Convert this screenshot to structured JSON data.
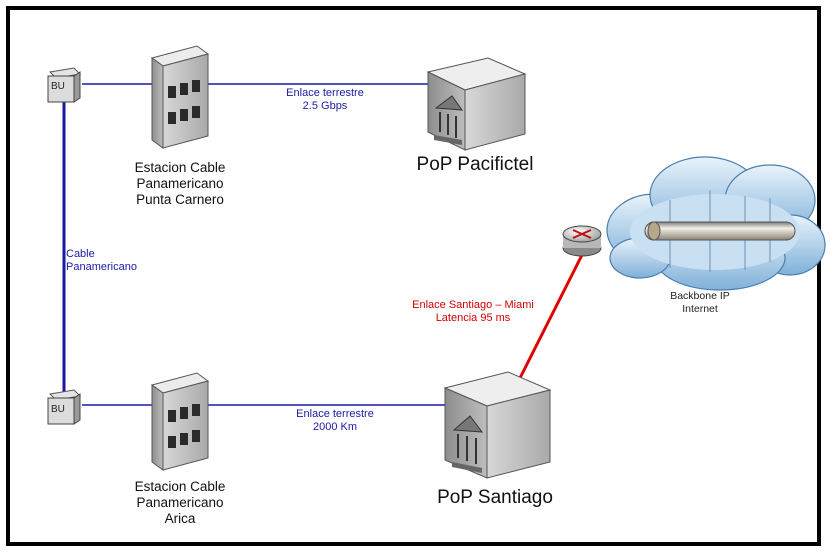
{
  "diagram": {
    "bu_top_label": "BU",
    "bu_bottom_label": "BU",
    "cable_label": "Cable\nPanamericano",
    "link_top_label": "Enlace terrestre\n2.5 Gbps",
    "link_bottom_label": "Enlace terrestre\n2000 Km",
    "link_red_label": "Enlace Santiago – Miami\nLatencia 95 ms",
    "station_top_label": "Estacion Cable\nPanamericano\nPunta Carnero",
    "station_bottom_label": "Estacion Cable\nPanamericano\nArica",
    "pop_top_label": "PoP Pacifictel",
    "pop_bottom_label": "PoP Santiago",
    "backbone_label": "Backbone IP\nInternet",
    "colors": {
      "link_blue": "#1a1aa6",
      "link_red": "#e00000",
      "building": "#c8c8c8"
    }
  }
}
